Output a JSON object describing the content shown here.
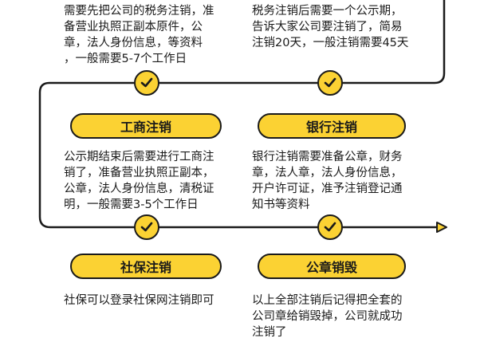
{
  "steps": {
    "tax_detail": {
      "lines": [
        "需要先把公司的税务注销，准",
        "备营业执照正副本原件，公",
        "章，法人身份信息，等资料",
        "，一般需要5-7个工作日"
      ]
    },
    "notice_detail": {
      "lines": [
        "税务注销后需要一个公示期，",
        "告诉大家公司要注销了，简易",
        "注销20天，一般注销需要45天"
      ]
    },
    "business": {
      "title": "工商注销",
      "lines": [
        "公示期结束后需要进行工商注",
        "销了，准备营业执照正副本，",
        "公章，法人身份信息，清税证",
        "明，一般需要3-5个工作日"
      ]
    },
    "bank": {
      "title": "银行注销",
      "lines": [
        "银行注销需要准备公章，财务",
        "章，法人章，法人身份信息，",
        "开户许可证，准予注销登记通",
        "知书等资料"
      ]
    },
    "social": {
      "title": "社保注销",
      "lines": [
        "社保可以登录社保网注销即可"
      ]
    },
    "seal": {
      "title": "公章销毁",
      "lines": [
        "以上全部注销后记得把全套的",
        "公司章给销毁掉，公司就成功",
        "注销了"
      ]
    }
  },
  "icons": {
    "check": "check-icon",
    "arrow": "arrow-right-icon"
  },
  "colors": {
    "accent": "#fbd233",
    "line": "#1a1a1a",
    "background": "#ffffff"
  }
}
